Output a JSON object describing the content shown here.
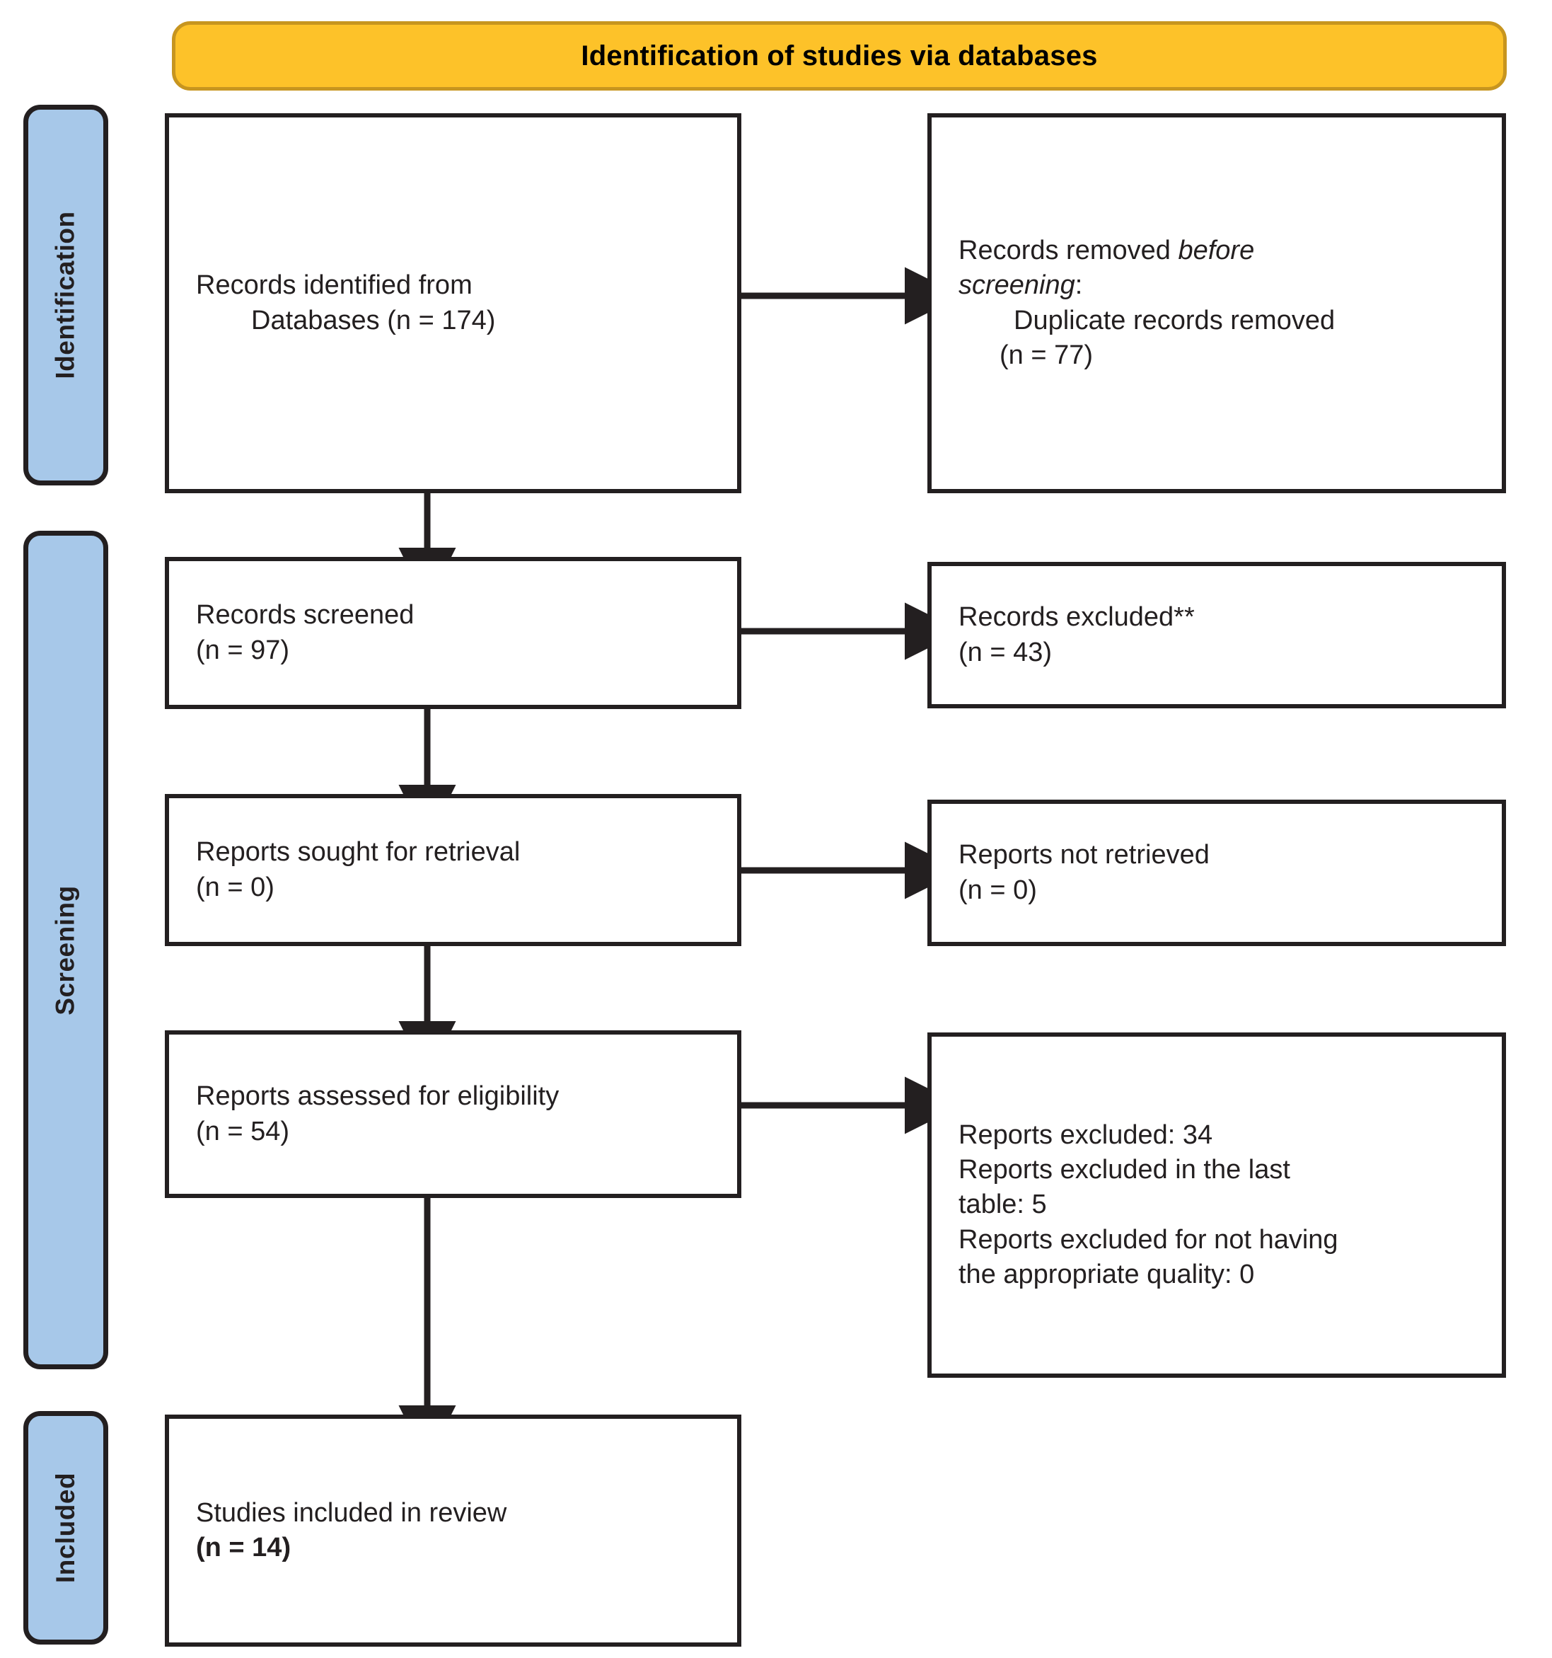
{
  "header": {
    "title": "Identification of studies via databases",
    "fill_color": "#FDC229",
    "border_color": "#C7951F"
  },
  "stages": [
    {
      "id": "identification",
      "label": "Identification",
      "fill_color": "#A7C8E9"
    },
    {
      "id": "screening",
      "label": "Screening",
      "fill_color": "#A7C8E9"
    },
    {
      "id": "included",
      "label": "Included",
      "fill_color": "#A7C8E9"
    }
  ],
  "boxes": {
    "identified": {
      "name": "records-identified",
      "lines": [
        {
          "text": "Records identified from",
          "indent": 0,
          "italic": false,
          "bold": false
        },
        {
          "text": "Databases (n = 174)",
          "indent": 1,
          "italic": false,
          "bold": false
        }
      ]
    },
    "removed": {
      "name": "records-removed-before-screening",
      "lines": [
        {
          "text": "Records removed ",
          "indent": 0,
          "italic": false,
          "bold": false
        },
        {
          "text": "before",
          "indent": 0,
          "italic": true,
          "bold": false
        },
        {
          "text": "screening",
          "indent": 0,
          "italic": true,
          "bold": false
        },
        {
          "text": ":",
          "indent": 0,
          "italic": false,
          "bold": false
        },
        {
          "text": "Duplicate records removed",
          "indent": 1,
          "italic": false,
          "bold": false
        },
        {
          "text": "(n = 77)",
          "indent": 2,
          "italic": false,
          "bold": false
        }
      ],
      "line1_plain": "Records removed ",
      "line1_italic": "before",
      "line2_italic": "screening",
      "line2_plain": ":",
      "line3": "Duplicate records removed",
      "line4": "(n = 77)"
    },
    "screened": {
      "name": "records-screened",
      "lines": [
        {
          "text": "Records screened",
          "indent": 0,
          "italic": false,
          "bold": false
        },
        {
          "text": "(n = 97)",
          "indent": 0,
          "italic": false,
          "bold": false
        }
      ]
    },
    "excluded": {
      "name": "records-excluded",
      "lines": [
        {
          "text": "Records excluded**",
          "indent": 0,
          "italic": false,
          "bold": false
        },
        {
          "text": "(n = 43)",
          "indent": 0,
          "italic": false,
          "bold": false
        }
      ]
    },
    "sought": {
      "name": "reports-sought-for-retrieval",
      "lines": [
        {
          "text": "Reports sought for retrieval",
          "indent": 0,
          "italic": false,
          "bold": false
        },
        {
          "text": "(n = 0)",
          "indent": 0,
          "italic": false,
          "bold": false
        }
      ]
    },
    "not_retrieved": {
      "name": "reports-not-retrieved",
      "lines": [
        {
          "text": "Reports not retrieved",
          "indent": 0,
          "italic": false,
          "bold": false
        },
        {
          "text": "(n = 0)",
          "indent": 0,
          "italic": false,
          "bold": false
        }
      ]
    },
    "assessed": {
      "name": "reports-assessed-for-eligibility",
      "lines": [
        {
          "text": "Reports assessed for eligibility",
          "indent": 0,
          "italic": false,
          "bold": false
        },
        {
          "text": "(n = 54)",
          "indent": 0,
          "italic": false,
          "bold": false
        }
      ]
    },
    "reports_excluded": {
      "name": "reports-excluded-details",
      "lines": [
        {
          "text": "Reports excluded: 34",
          "indent": 0,
          "italic": false,
          "bold": false
        },
        {
          "text": "Reports excluded in the last",
          "indent": 0,
          "italic": false,
          "bold": false
        },
        {
          "text": "table: 5",
          "indent": 0,
          "italic": false,
          "bold": false
        },
        {
          "text": "Reports excluded for not having",
          "indent": 0,
          "italic": false,
          "bold": false
        },
        {
          "text": "the appropriate quality: 0",
          "indent": 0,
          "italic": false,
          "bold": false
        }
      ]
    },
    "included": {
      "name": "studies-included-in-review",
      "lines": [
        {
          "text": "Studies included in review",
          "indent": 0,
          "italic": false,
          "bold": false
        },
        {
          "text": "(n = 14)",
          "indent": 0,
          "italic": false,
          "bold": true
        }
      ]
    }
  },
  "text": {
    "identified_l1": "Records identified from",
    "identified_l2": "Databases (n = 174)",
    "removed_l1a": "Records removed ",
    "removed_l1b": "before",
    "removed_l2a": "screening",
    "removed_l2b": ":",
    "removed_l3": "Duplicate records removed",
    "removed_l4": "(n = 77)",
    "screened_l1": "Records screened",
    "screened_l2": "(n = 97)",
    "excluded_l1": "Records excluded**",
    "excluded_l2": "(n = 43)",
    "sought_l1": "Reports sought for retrieval",
    "sought_l2": "(n = 0)",
    "notret_l1": "Reports not retrieved",
    "notret_l2": "(n = 0)",
    "assessed_l1": "Reports assessed for eligibility",
    "assessed_l2": "(n = 54)",
    "repexcl_l1": "Reports excluded: 34",
    "repexcl_l2": "Reports excluded in the last",
    "repexcl_l3": "table: 5",
    "repexcl_l4": "Reports excluded for not having",
    "repexcl_l5": "the appropriate quality: 0",
    "included_l1": "Studies included in review",
    "included_l2": "(n = 14)"
  },
  "colors": {
    "line": "#231F20",
    "box_fill": "#FFFFFF",
    "stage_fill": "#A7C8E9",
    "banner_fill": "#FDC229",
    "banner_border": "#C7951F"
  },
  "arrows": [
    {
      "name": "arrow-identified-to-removed",
      "type": "horizontal"
    },
    {
      "name": "arrow-identified-to-screened",
      "type": "vertical"
    },
    {
      "name": "arrow-screened-to-excluded",
      "type": "horizontal"
    },
    {
      "name": "arrow-screened-to-sought",
      "type": "vertical"
    },
    {
      "name": "arrow-sought-to-notretrieved",
      "type": "horizontal"
    },
    {
      "name": "arrow-sought-to-assessed",
      "type": "vertical"
    },
    {
      "name": "arrow-assessed-to-repexcluded",
      "type": "horizontal"
    },
    {
      "name": "arrow-assessed-to-included",
      "type": "vertical"
    }
  ]
}
